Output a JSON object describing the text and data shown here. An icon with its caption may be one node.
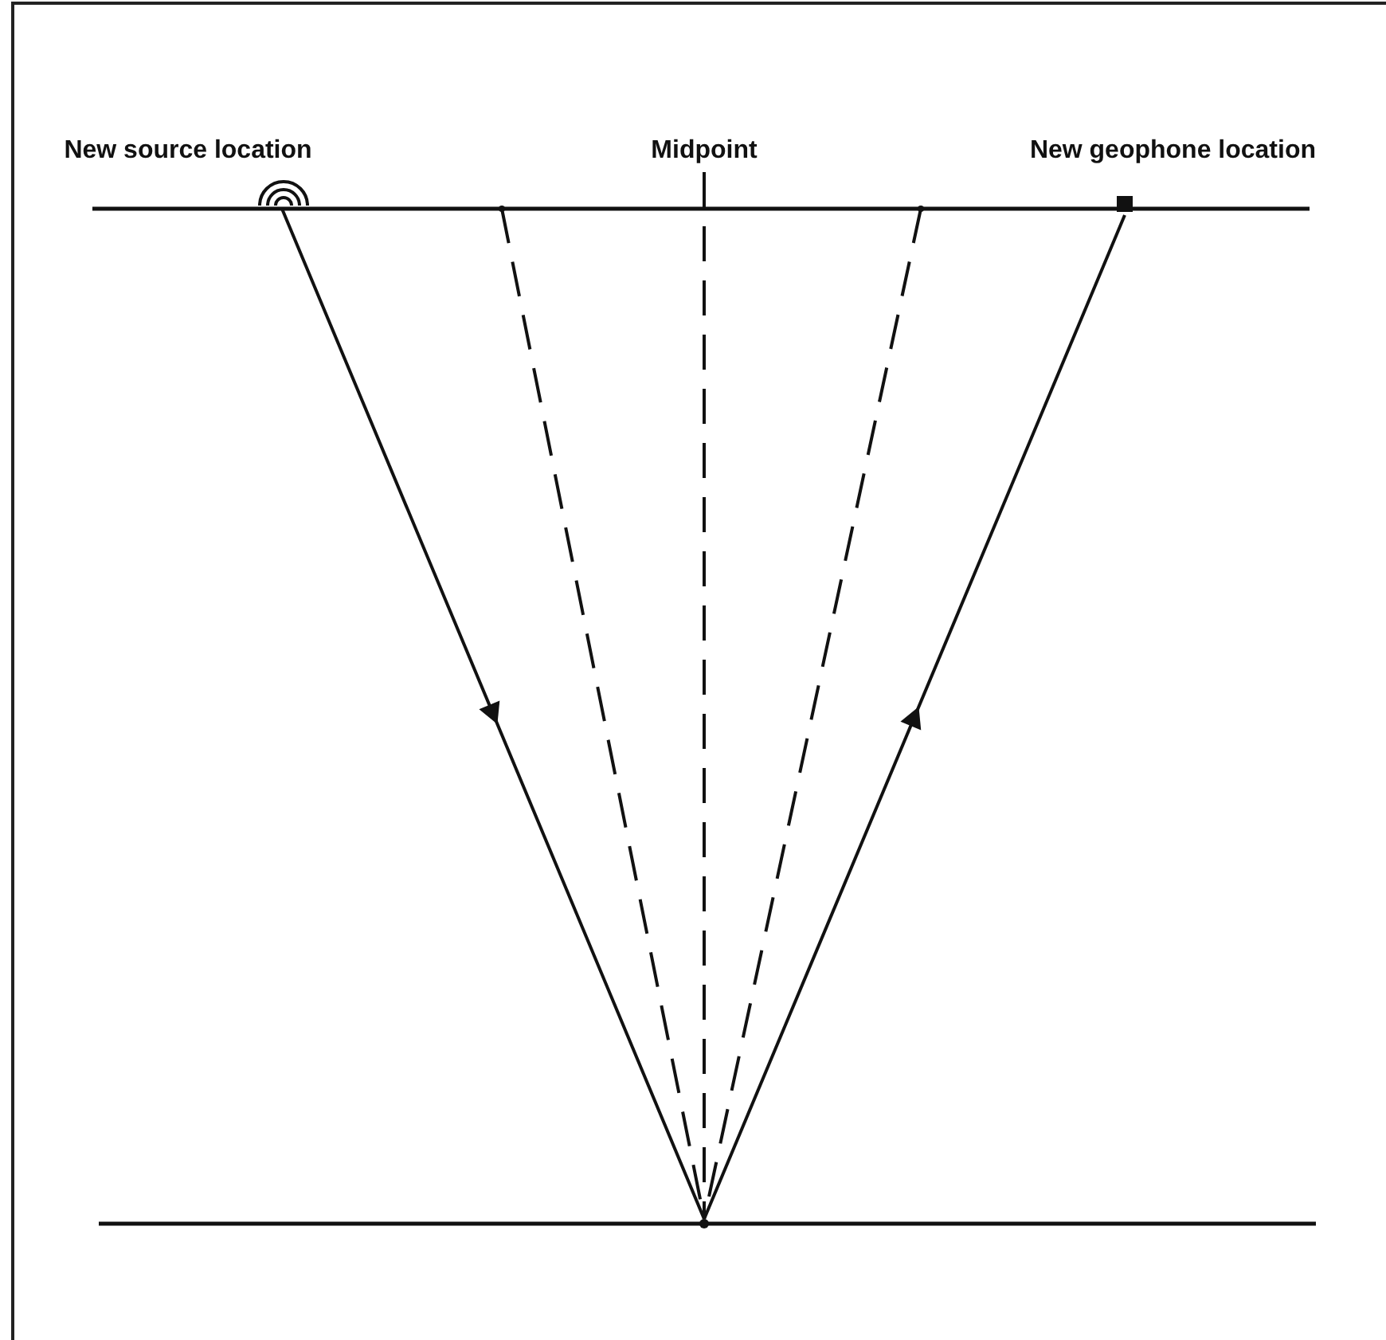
{
  "diagram": {
    "nodes": [
      {
        "text": [
          "New source location"
        ]
      },
      {
        "text": [],
        "shape": "point"
      },
      {
        "text": [
          "Midpoint"
        ]
      },
      {
        "text": [],
        "shape": "point"
      },
      {
        "text": [
          "New geophone location"
        ]
      },
      {
        "text": [],
        "shape": "point"
      }
    ],
    "edges": [
      {
        "from": 0,
        "to": 5,
        "arrow": "to"
      },
      {
        "from": 1,
        "to": 5,
        "arrow": "none",
        "style": "dashed"
      },
      {
        "from": 2,
        "to": 5,
        "arrow": "none",
        "style": "dashed"
      },
      {
        "from": 3,
        "to": 5,
        "arrow": "none",
        "style": "dashed"
      },
      {
        "from": 5,
        "to": 4,
        "arrow": "to"
      }
    ]
  }
}
